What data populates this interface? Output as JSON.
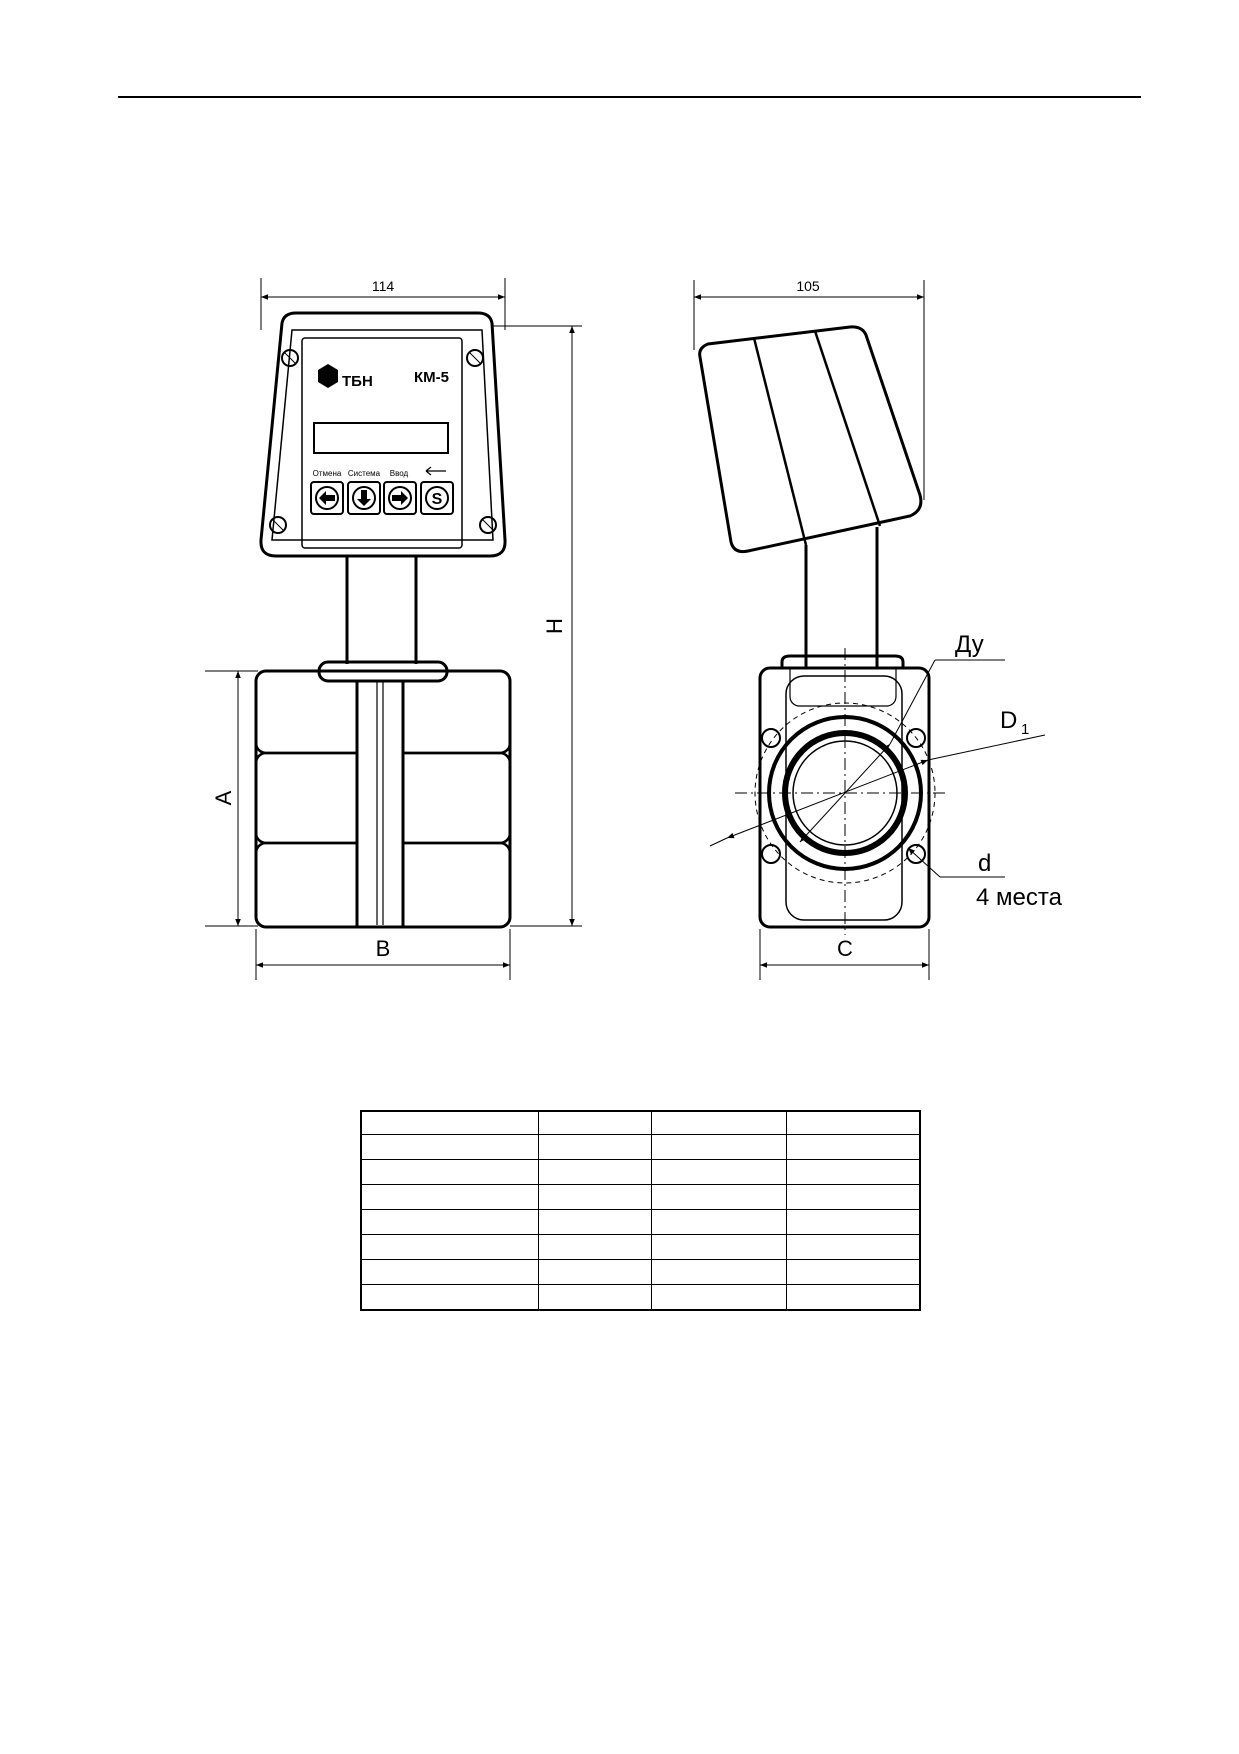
{
  "header": {
    "rule": true
  },
  "drawing": {
    "front_view": {
      "dim_top": "114",
      "dim_height": "H",
      "dim_left": "A",
      "dim_bottom": "B",
      "device": {
        "brand": "ТБН",
        "model": "КМ-5",
        "buttons": [
          {
            "label": "Отмена",
            "icon": "arrow-left-icon"
          },
          {
            "label": "Система",
            "icon": "arrow-down-icon"
          },
          {
            "label": "Ввод",
            "icon": "arrow-right-icon"
          },
          {
            "label": "S",
            "icon": "s-icon"
          }
        ]
      }
    },
    "side_view": {
      "dim_top": "105",
      "dim_bottom": "C",
      "label_du": "Ду",
      "label_d1": "D",
      "label_d1_sub": "1",
      "label_d": "d",
      "label_places": "4 места"
    }
  },
  "table": {
    "rows": [
      [
        "",
        "",
        "",
        ""
      ],
      [
        "",
        "",
        "",
        ""
      ],
      [
        "",
        "",
        "",
        ""
      ],
      [
        "",
        "",
        "",
        ""
      ],
      [
        "",
        "",
        "",
        ""
      ],
      [
        "",
        "",
        "",
        ""
      ],
      [
        "",
        "",
        "",
        ""
      ],
      [
        "",
        "",
        "",
        ""
      ]
    ]
  }
}
